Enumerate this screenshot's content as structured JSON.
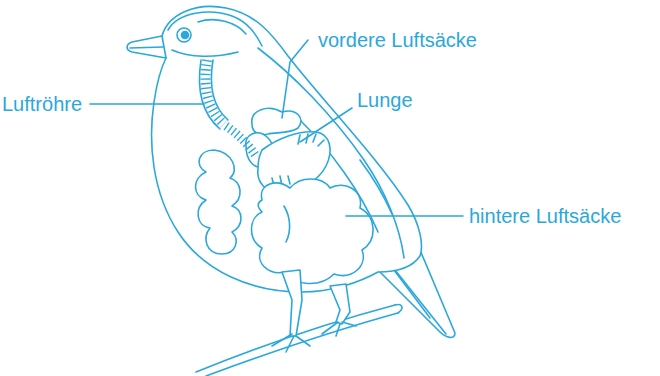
{
  "diagram": {
    "labels": [
      "Luftröhre",
      "vordere Luftsäcke",
      "Lunge",
      "hintere Luftsäcke"
    ]
  }
}
